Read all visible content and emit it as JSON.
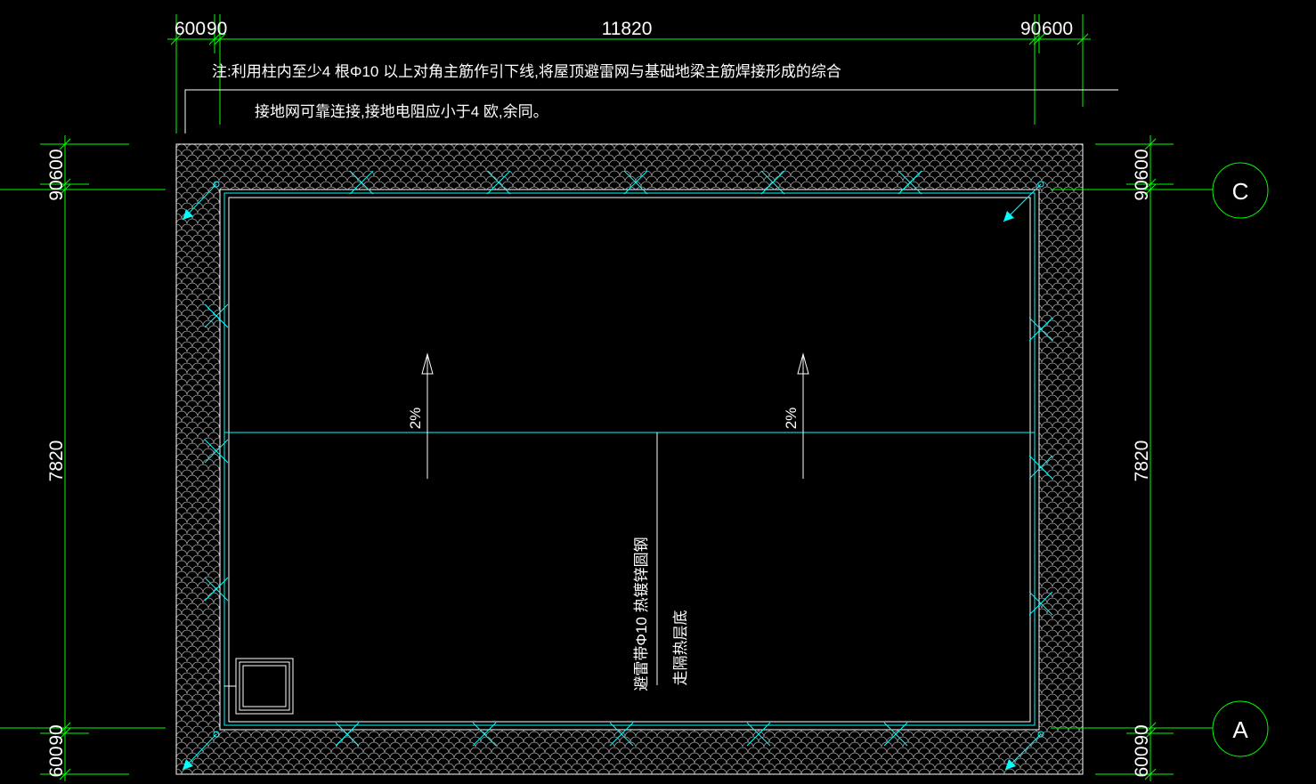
{
  "colors": {
    "background": "#000000",
    "dimension": "#00ff00",
    "lightning": "#00ffff",
    "text": "#ffffff"
  },
  "dimensions": {
    "top_left": "600",
    "top_left_small": "90",
    "top_span": "11820",
    "top_right_small": "90",
    "top_right": "600",
    "left_top": "600",
    "left_top_small": "90",
    "left_span": "7820",
    "left_bottom": "600",
    "left_bottom_small": "90",
    "right_top": "600",
    "right_top_small": "90",
    "right_span": "7820",
    "right_bottom": "600",
    "right_bottom_small": "90"
  },
  "notes": {
    "line1": "注:利用柱内至少4 根Φ10 以上对角主筋作引下线,将屋顶避雷网与基础地梁主筋焊接形成的综合",
    "line2": "接地网可靠连接,接地电阻应小于4 欧,余同。"
  },
  "axes": {
    "top": "C",
    "bottom": "A"
  },
  "slopes": {
    "left": "2%",
    "right": "2%"
  },
  "leader": {
    "line1": "避雷带Φ10 热镀锌圆钢",
    "line2": "走隔热层底"
  }
}
